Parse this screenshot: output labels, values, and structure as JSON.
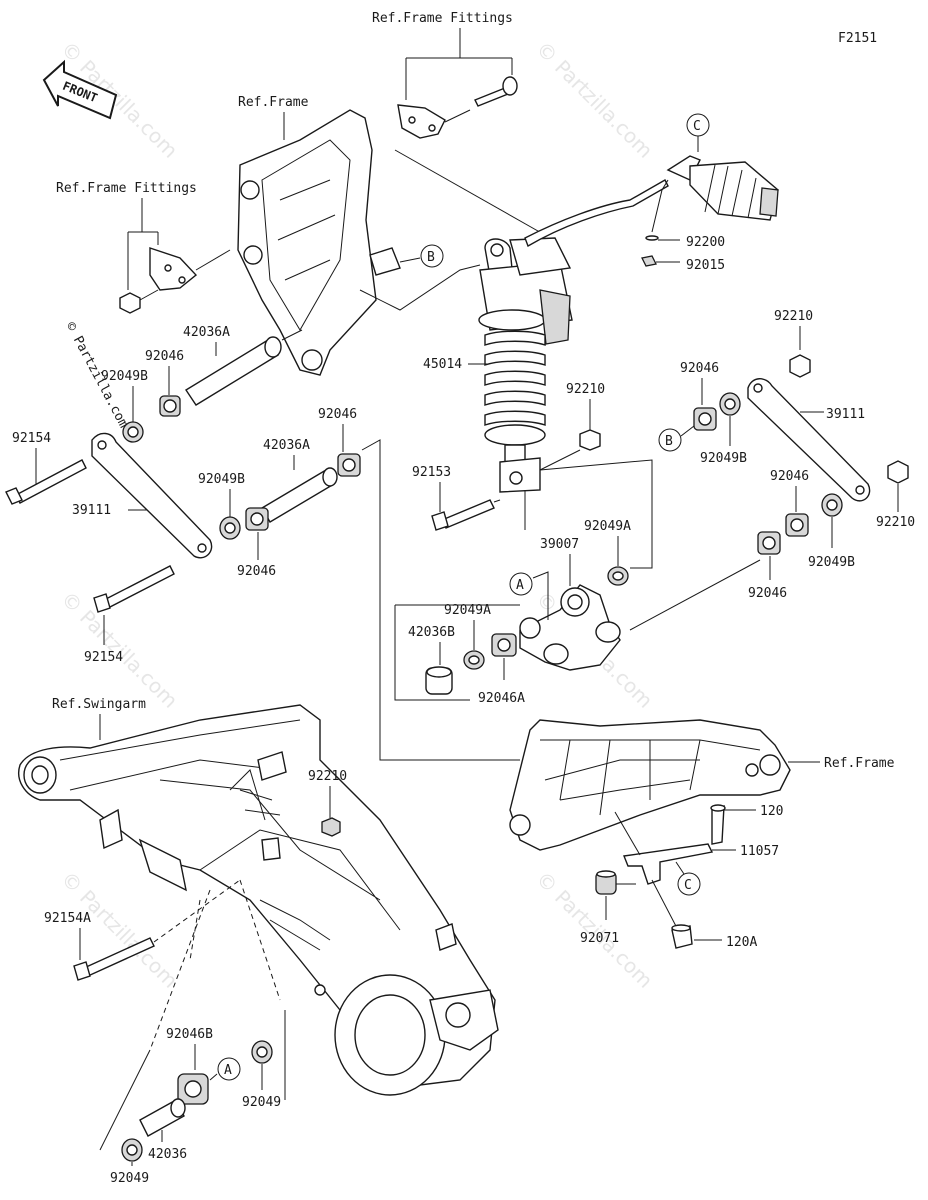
{
  "diagram_code": "F2151",
  "watermark": "© Partzilla.com",
  "front_arrow": "FRONT",
  "callouts": {
    "a": "A",
    "b": "B",
    "c": "C"
  },
  "refs": {
    "frame_fittings_top": "Ref.Frame Fittings",
    "frame_fittings_left": "Ref.Frame Fittings",
    "frame_left": "Ref.Frame",
    "frame_right": "Ref.Frame",
    "swingarm": "Ref.Swingarm"
  },
  "parts": {
    "p92200": "92200",
    "p92015": "92015",
    "p45014": "45014",
    "p92210_shock": "92210",
    "p92153": "92153",
    "p42036a_upper": "42036A",
    "p42036a_mid": "42036A",
    "p92046_ul": "92046",
    "p92049b_ul": "92049B",
    "p92154_top": "92154",
    "p39111_left": "39111",
    "p92046_mid": "92046",
    "p92049b_mid": "92049B",
    "p92046_mid2": "92046",
    "p92154_bottom": "92154",
    "p39007": "39007",
    "p92049a_right": "92049A",
    "p92049a_left": "92049A",
    "p42036b": "42036B",
    "p92046a": "92046A",
    "p92210_rt": "92210",
    "p92046_rt": "92046",
    "p39111_right": "39111",
    "p92049b_rt": "92049B",
    "p92046_rt2": "92046",
    "p92210_rt2": "92210",
    "p92049b_rt2": "92049B",
    "p92046_rt3": "92046",
    "p92210_swing": "92210",
    "p92154a": "92154A",
    "p92046b": "92046B",
    "p92049_a": "92049",
    "p42036": "42036",
    "p92049_b": "92049",
    "p120": "120",
    "p11057": "11057",
    "p92071": "92071",
    "p120a": "120A"
  }
}
